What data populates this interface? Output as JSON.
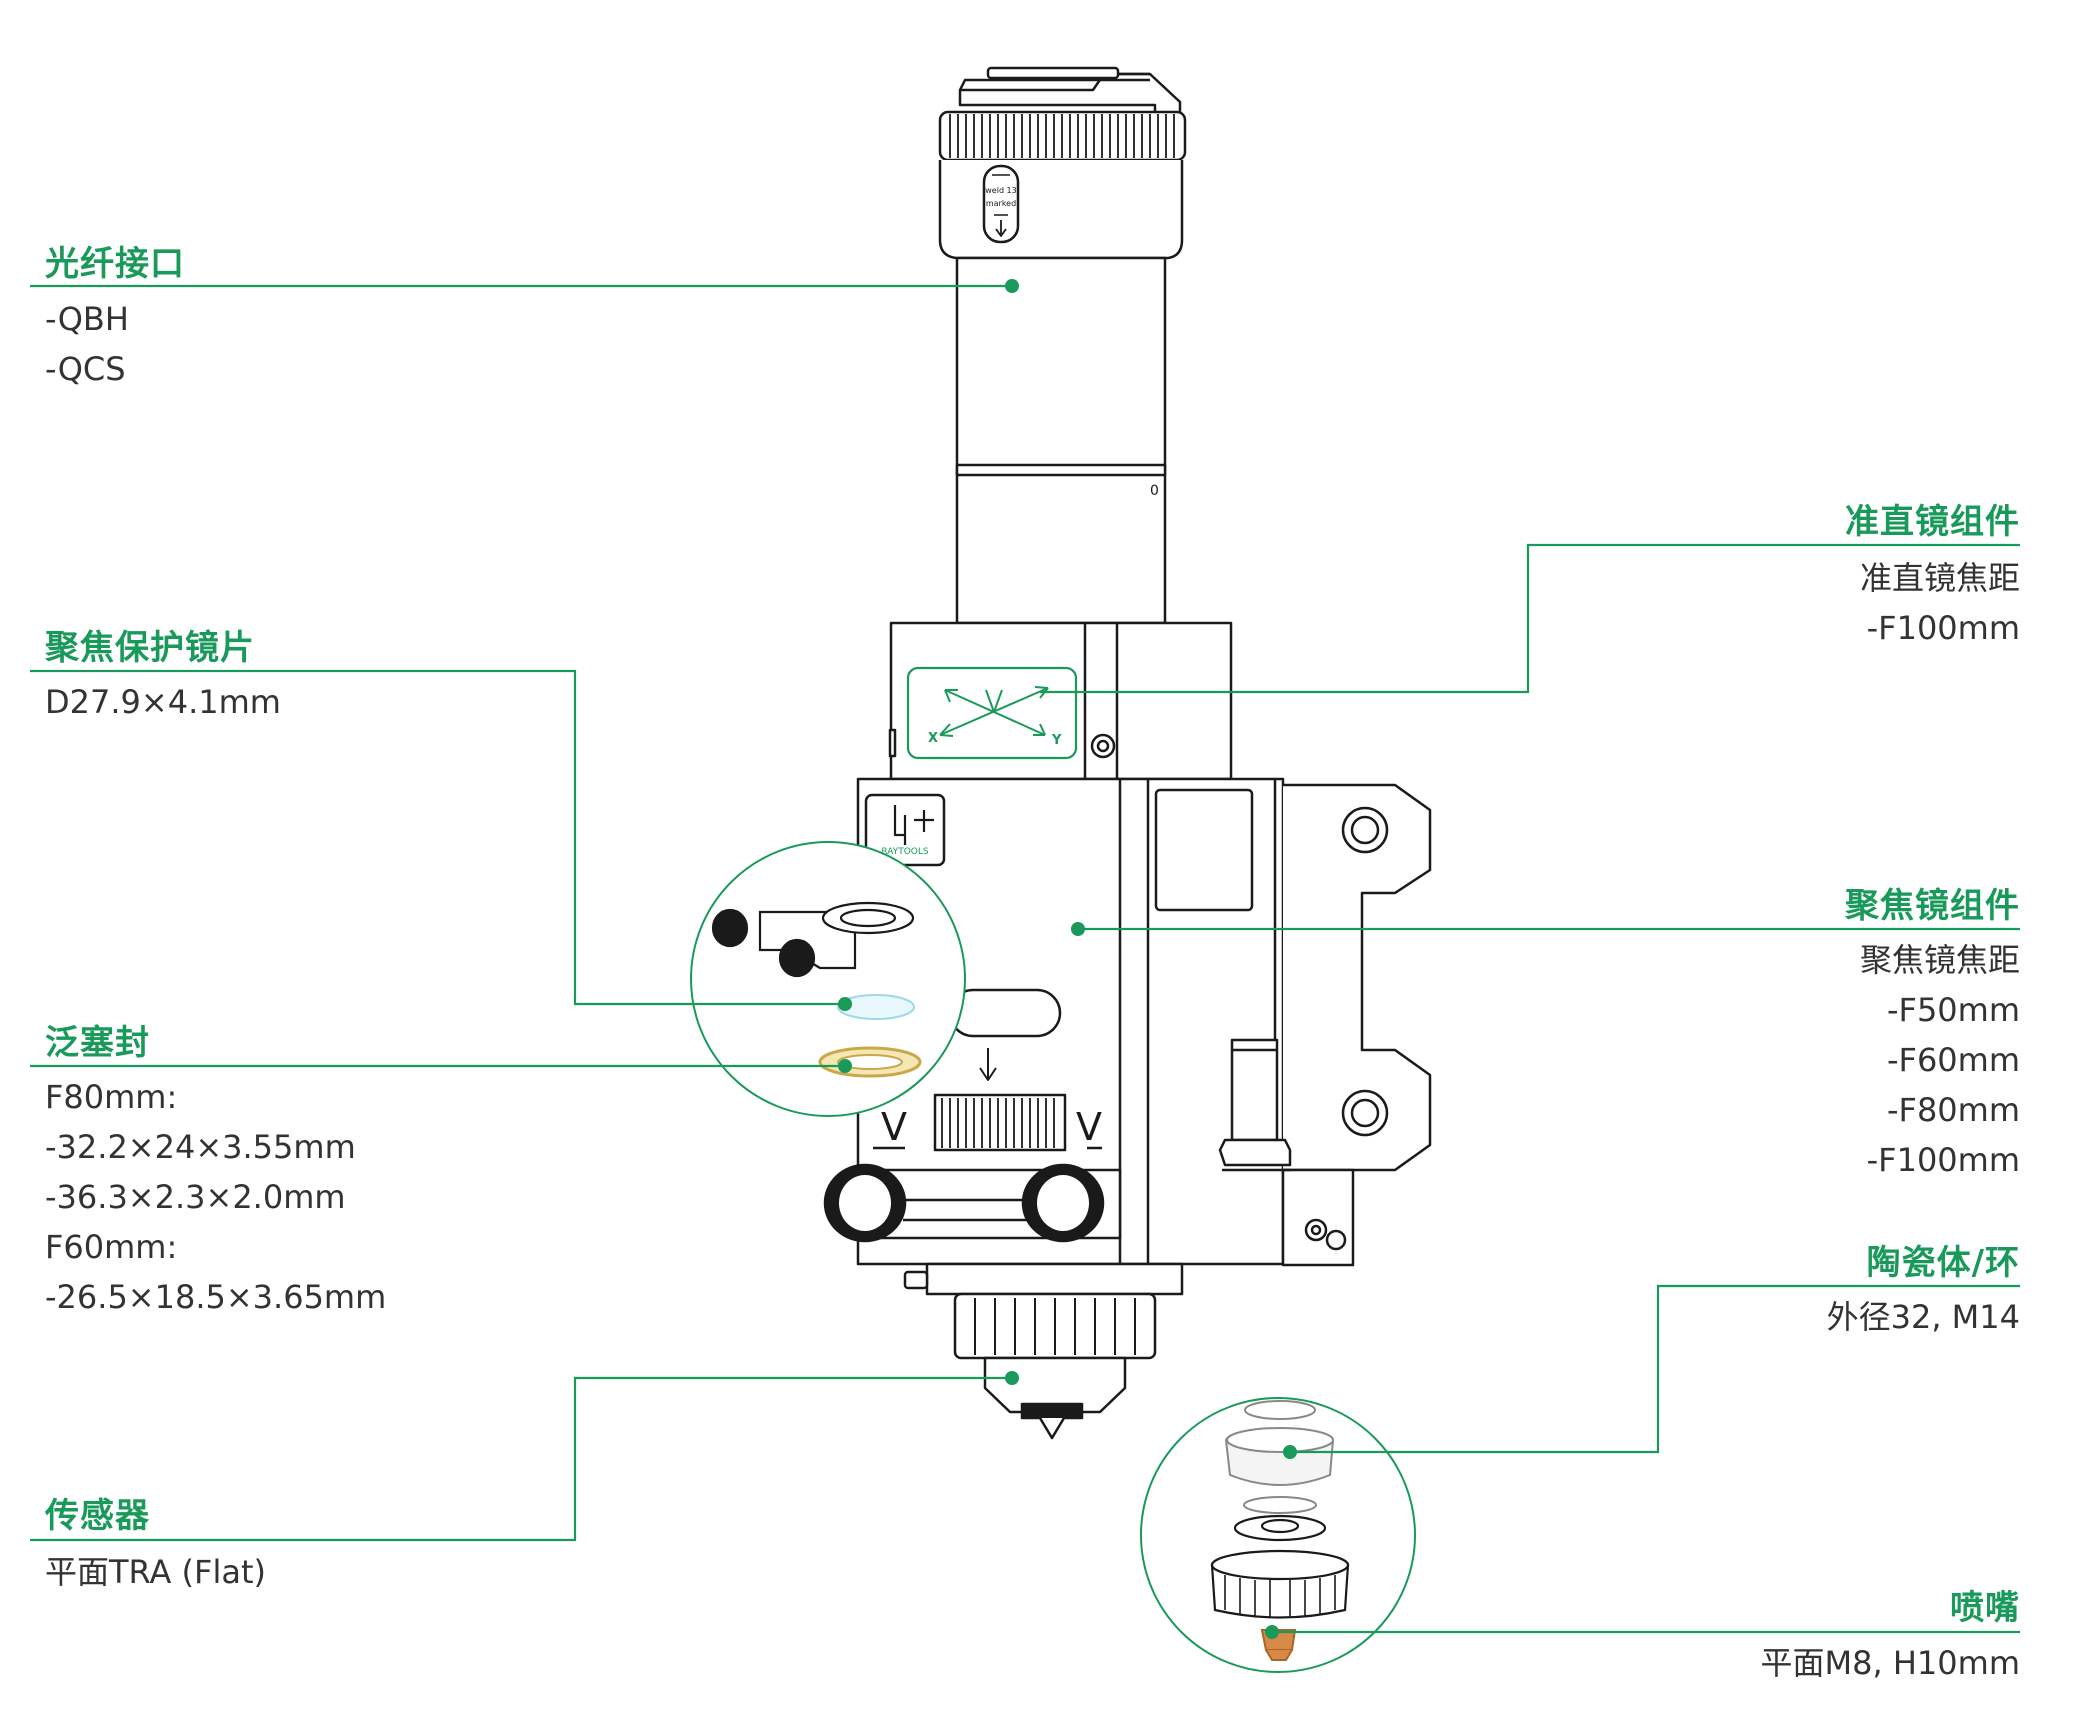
{
  "accent_color": "#1a9a5a",
  "line_color": "#1a1a1a",
  "callouts": {
    "fiber": {
      "title": "光纤接口",
      "specs": [
        "-QBH",
        "-QCS"
      ]
    },
    "protect_lens": {
      "title": "聚焦保护镜片",
      "specs": [
        "D27.9×4.1mm"
      ]
    },
    "seal": {
      "title": "泛塞封",
      "specs": [
        "F80mm:",
        "-32.2×24×3.55mm",
        "-36.3×2.3×2.0mm",
        "F60mm:",
        "-26.5×18.5×3.65mm"
      ]
    },
    "sensor": {
      "title": "传感器",
      "specs": [
        "平面TRA (Flat)"
      ]
    },
    "collimator": {
      "title": "准直镜组件",
      "specs": [
        "准直镜焦距",
        "-F100mm"
      ]
    },
    "focus": {
      "title": "聚焦镜组件",
      "specs": [
        "聚焦镜焦距",
        "-F50mm",
        "-F60mm",
        "-F80mm",
        "-F100mm"
      ]
    },
    "ceramic": {
      "title": "陶瓷体/环",
      "specs": [
        "外径32, M14"
      ]
    },
    "nozzle": {
      "title": "喷嘴",
      "specs": [
        "平面M8, H10mm"
      ]
    }
  },
  "head_marks": {
    "brand": "RAYTOOLS",
    "axis_x": "X",
    "axis_y": "Y",
    "axis_v": "V",
    "qbh_text_1": "weld 13",
    "qbh_text_2": "marked"
  }
}
